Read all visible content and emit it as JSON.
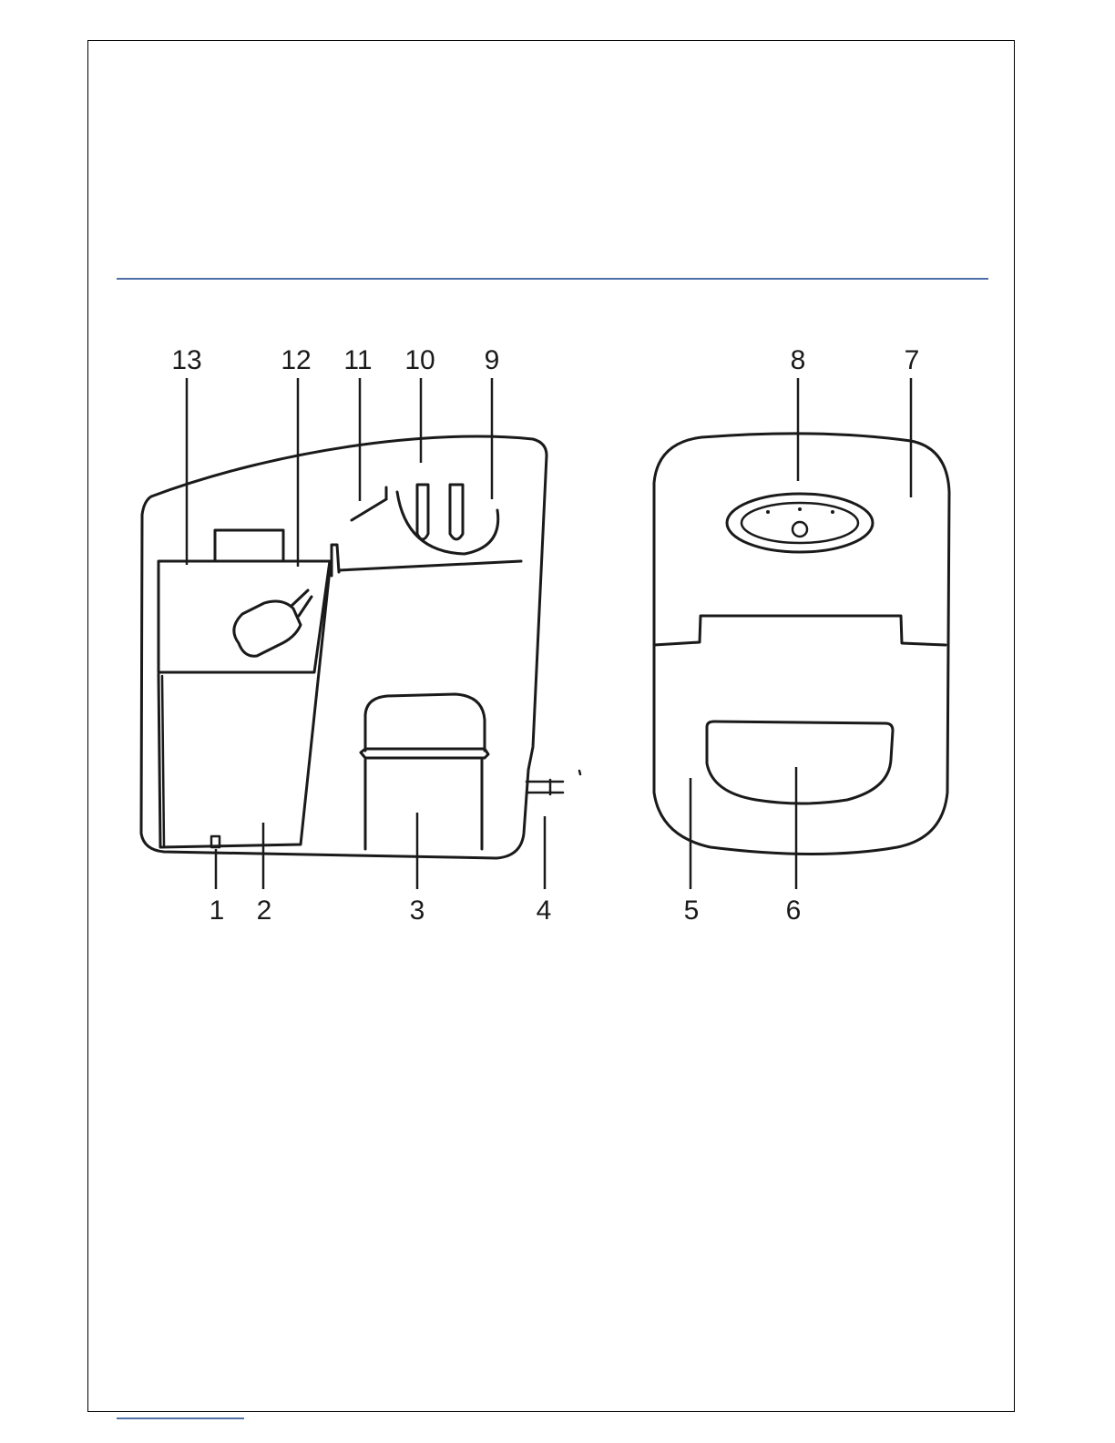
{
  "diagram": {
    "callouts": [
      "1",
      "2",
      "3",
      "4",
      "5",
      "6",
      "7",
      "8",
      "9",
      "10",
      "11",
      "12",
      "13"
    ]
  },
  "colors": {
    "line": "#1a1a1a",
    "rule": "#4f6fa8"
  }
}
